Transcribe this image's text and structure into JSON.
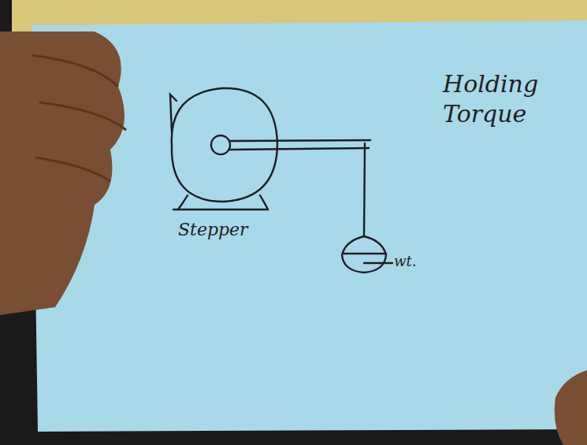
{
  "diagram": {
    "title": "Holding Torque",
    "labels": [
      "Stepper",
      "wt."
    ]
  }
}
